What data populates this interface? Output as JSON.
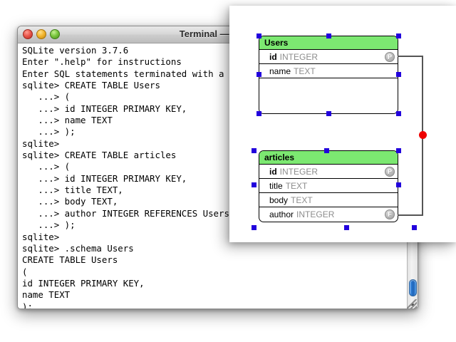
{
  "terminal": {
    "title": "Terminal — sqlite",
    "traffic_lights": [
      "close",
      "minimize",
      "zoom"
    ],
    "output": "SQLite version 3.7.6\nEnter \".help\" for instructions\nEnter SQL statements terminated with a \";\"\nsqlite> CREATE TABLE Users\n   ...> (\n   ...> id INTEGER PRIMARY KEY,\n   ...> name TEXT\n   ...> );\nsqlite>\nsqlite> CREATE TABLE articles\n   ...> (\n   ...> id INTEGER PRIMARY KEY,\n   ...> title TEXT,\n   ...> body TEXT,\n   ...> author INTEGER REFERENCES Users (id)\n   ...> );\nsqlite>\nsqlite> .schema Users\nCREATE TABLE Users\n(\nid INTEGER PRIMARY KEY,\nname TEXT\n);\nsqlite> ",
    "scrollbar": {
      "up_arrow": "▲",
      "down_arrow": "▼"
    }
  },
  "diagram": {
    "entities": [
      {
        "name": "Users",
        "selected": true,
        "columns": [
          {
            "name": "id",
            "type": "INTEGER",
            "key": "P"
          },
          {
            "name": "name",
            "type": "TEXT",
            "key": ""
          }
        ]
      },
      {
        "name": "articles",
        "selected": true,
        "columns": [
          {
            "name": "id",
            "type": "INTEGER",
            "key": "P"
          },
          {
            "name": "title",
            "type": "TEXT",
            "key": ""
          },
          {
            "name": "body",
            "type": "TEXT",
            "key": ""
          },
          {
            "name": "author",
            "type": "INTEGER",
            "key": "F"
          }
        ]
      }
    ],
    "relationship": {
      "from": "articles.author",
      "to": "Users.id",
      "marker_color": "#ee0000",
      "line_color": "#555555"
    },
    "colors": {
      "entity_header": "#7ce871",
      "handle": "#2200dd",
      "key_badge": "#b6b6b6"
    }
  }
}
